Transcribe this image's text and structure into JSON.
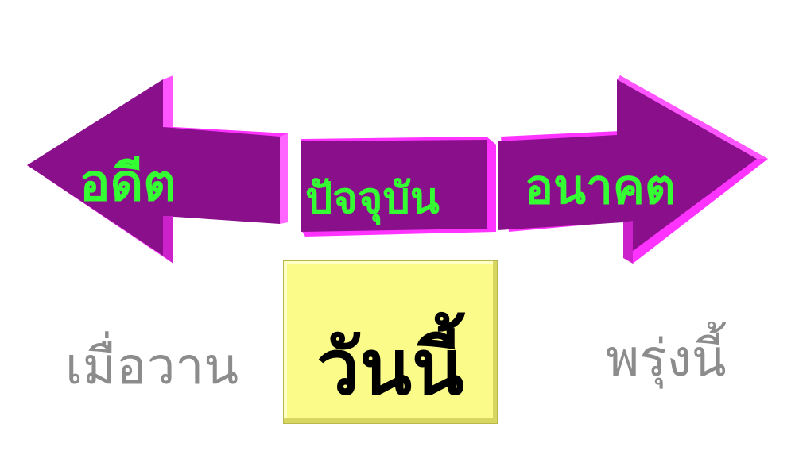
{
  "diagram": {
    "past_label": "อดีต",
    "present_label": "ปัจจุบัน",
    "future_label": "อนาคต",
    "yesterday_label": "เมื่อวาน",
    "today_label": "วันนี้",
    "tomorrow_label": "พรุ่งนี้"
  },
  "colors": {
    "arrow_fill": "#8a0f8a",
    "arrow_side": "#ff33ff",
    "arrow_text": "#33ff33",
    "grey_text": "#8c8c8c",
    "today_box": "#fbfb8a"
  }
}
